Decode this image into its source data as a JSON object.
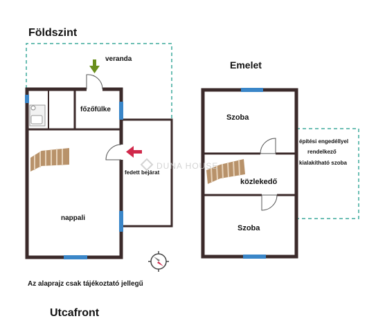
{
  "headings": {
    "ground_floor": "Földszint",
    "upper_floor": "Emelet",
    "street_front": "Utcafront",
    "disclaimer": "Az alaprajz csak tájékoztató jellegű"
  },
  "ground_rooms": {
    "veranda": "veranda",
    "kitchenette": "főzőfülke",
    "covered_entrance": "fedett bejárat",
    "living_room": "nappali"
  },
  "upper_rooms": {
    "room_top": "Szoba",
    "hallway": "közlekedő",
    "room_bottom": "Szoba",
    "extension_line1": "építési engedéllyel",
    "extension_line2": "rendelkező",
    "extension_line3": "kialakítható szoba"
  },
  "watermark": "DUNA HOUSE",
  "icons": [
    "entry-arrow-green-icon",
    "entry-arrow-red-icon",
    "compass-icon",
    "stairs-icon",
    "door-swing-icon",
    "bathroom-fixture-icon"
  ],
  "colors": {
    "wall": "#3b2a2a",
    "window": "#3a86c8",
    "dashed_outline": "#3aa89a",
    "stairs": "#b0865a",
    "arrow_green": "#6a8f1c",
    "arrow_red": "#d0284a"
  }
}
